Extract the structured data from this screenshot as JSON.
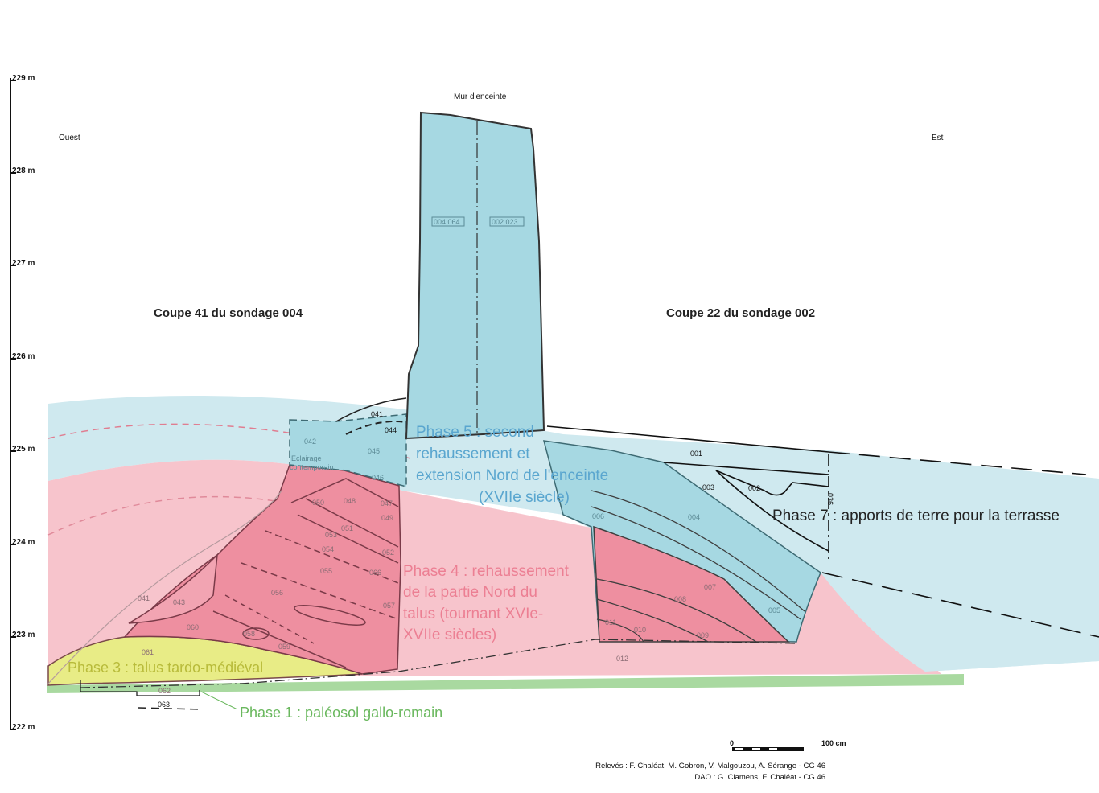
{
  "scale_bar_vertical": [
    "229 m",
    "228 m",
    "227 m",
    "226 m",
    "225 m",
    "224 m",
    "223 m",
    "222 m"
  ],
  "orientation": {
    "west": "Ouest",
    "east": "Est"
  },
  "wall_title": "Mur d'enceinte",
  "wall_units": [
    "004.064",
    "002.023"
  ],
  "section_titles": {
    "left": "Coupe 41 du sondage 004",
    "right": "Coupe 22 du sondage 002"
  },
  "phases": {
    "phase1": "Phase 1 : paléosol gallo-romain",
    "phase3": "Phase 3 : talus tardo-médiéval",
    "phase4": [
      "Phase 4 : rehaussement",
      "de la partie Nord du",
      "talus (tournant XVIe-",
      "XVIIe siècles)"
    ],
    "phase5": [
      "Phase 5 : second",
      "rehaussement et",
      "extension Nord de l'enceinte",
      "(XVIIe siècle)"
    ],
    "phase7": "Phase 7 :  apports de terre pour la terrasse"
  },
  "colors": {
    "phase1": "#a9d9a0",
    "phase3": "#e8ec86",
    "phase4_bg": "#f7c4cc",
    "phase4_section": "#ee8fa0",
    "phase5_bg": "#cfe9ef",
    "phase5_section": "#a6d8e2",
    "phase1_text": "#6ab85e",
    "phase3_text": "#b8bb3a",
    "phase4_text": "#ec7f93",
    "phase5_text": "#5aa6cf"
  },
  "eclairage": [
    "Eclairage",
    "contemporain"
  ],
  "units_left": {
    "u041a": "041",
    "u044": "044",
    "u042": "042",
    "u045": "045",
    "u046": "046",
    "u050": "050",
    "u048": "048",
    "u047": "047",
    "u049": "049",
    "u051": "051",
    "u053": "053",
    "u054": "054",
    "u052": "052",
    "u055": "055",
    "u066": "066",
    "u056": "056",
    "u057": "057",
    "u041b": "041",
    "u043": "043",
    "u060": "060",
    "u058": "058",
    "u059": "059",
    "u061": "061",
    "u062": "062",
    "u063": "063"
  },
  "units_right": {
    "u001": "001",
    "u003": "003",
    "u002": "002",
    "u006": "006",
    "u004": "004",
    "u007": "007",
    "u008": "008",
    "u005": "005",
    "u011": "011",
    "u010": "010",
    "u009": "009",
    "u012": "012",
    "u036": "036"
  },
  "scale_bar": {
    "start": "0",
    "end": "100 cm"
  },
  "credits": [
    "Relevés : F. Chaléat, M. Gobron, V. Malgouzou, A. Sérange - CG 46",
    "DAO : G. Clamens, F. Chaléat - CG 46"
  ]
}
